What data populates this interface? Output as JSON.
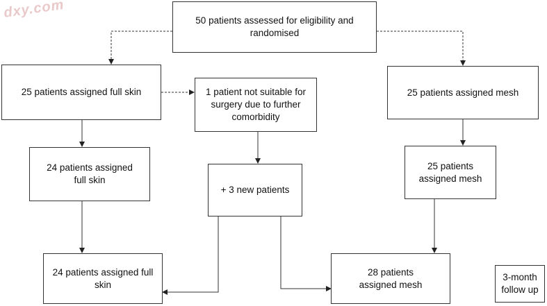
{
  "watermark": "dxy.com",
  "boxes": {
    "assessed": "50 patients assessed for eligibility and randomised",
    "full_skin_initial": "25 patients  assigned full skin",
    "not_suitable": "1 patient not suitable for surgery due to further comorbidity",
    "mesh_initial": "25 patients assigned mesh",
    "full_skin_after": "24 patients assigned full skin",
    "new_patients": "+ 3 new patients",
    "mesh_after": "25 patients assigned mesh",
    "full_skin_final": "24 patients assigned full skin",
    "mesh_final": "28 patients assigned mesh",
    "follow_up": "3-month follow up"
  }
}
